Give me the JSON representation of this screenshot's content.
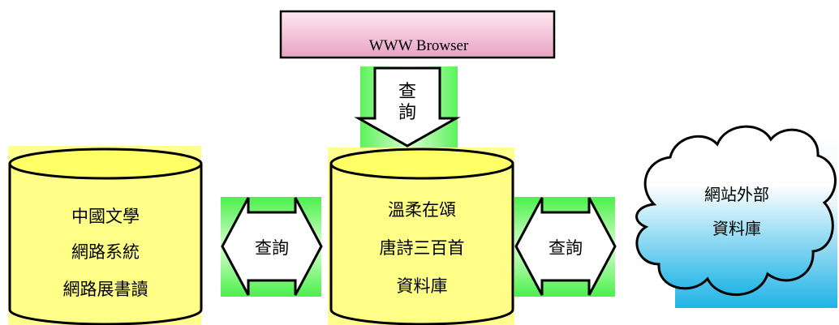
{
  "browser": {
    "label": "WWW Browser"
  },
  "top_arrow": {
    "line1": "查",
    "line2": "詢"
  },
  "left_db": {
    "line1": "中國文學",
    "line2": "網路系統",
    "line3": "網路展書讀"
  },
  "center_db": {
    "line1": "溫柔在頌",
    "line2": "唐詩三百首",
    "line3": "資料庫"
  },
  "left_arrow": {
    "label": "查詢"
  },
  "right_arrow": {
    "label": "查詢"
  },
  "cloud": {
    "line1": "網站外部",
    "line2": "資料庫"
  },
  "colors": {
    "browser_fill_top": "#ffe6ee",
    "browser_fill_bottom": "#e9a9c6",
    "arrow_glow": "#2ee82e",
    "db_fill": "#ffff88",
    "db_top": "#ffff66",
    "cloud_top": "#ffffff",
    "cloud_bottom": "#21b5e6"
  }
}
